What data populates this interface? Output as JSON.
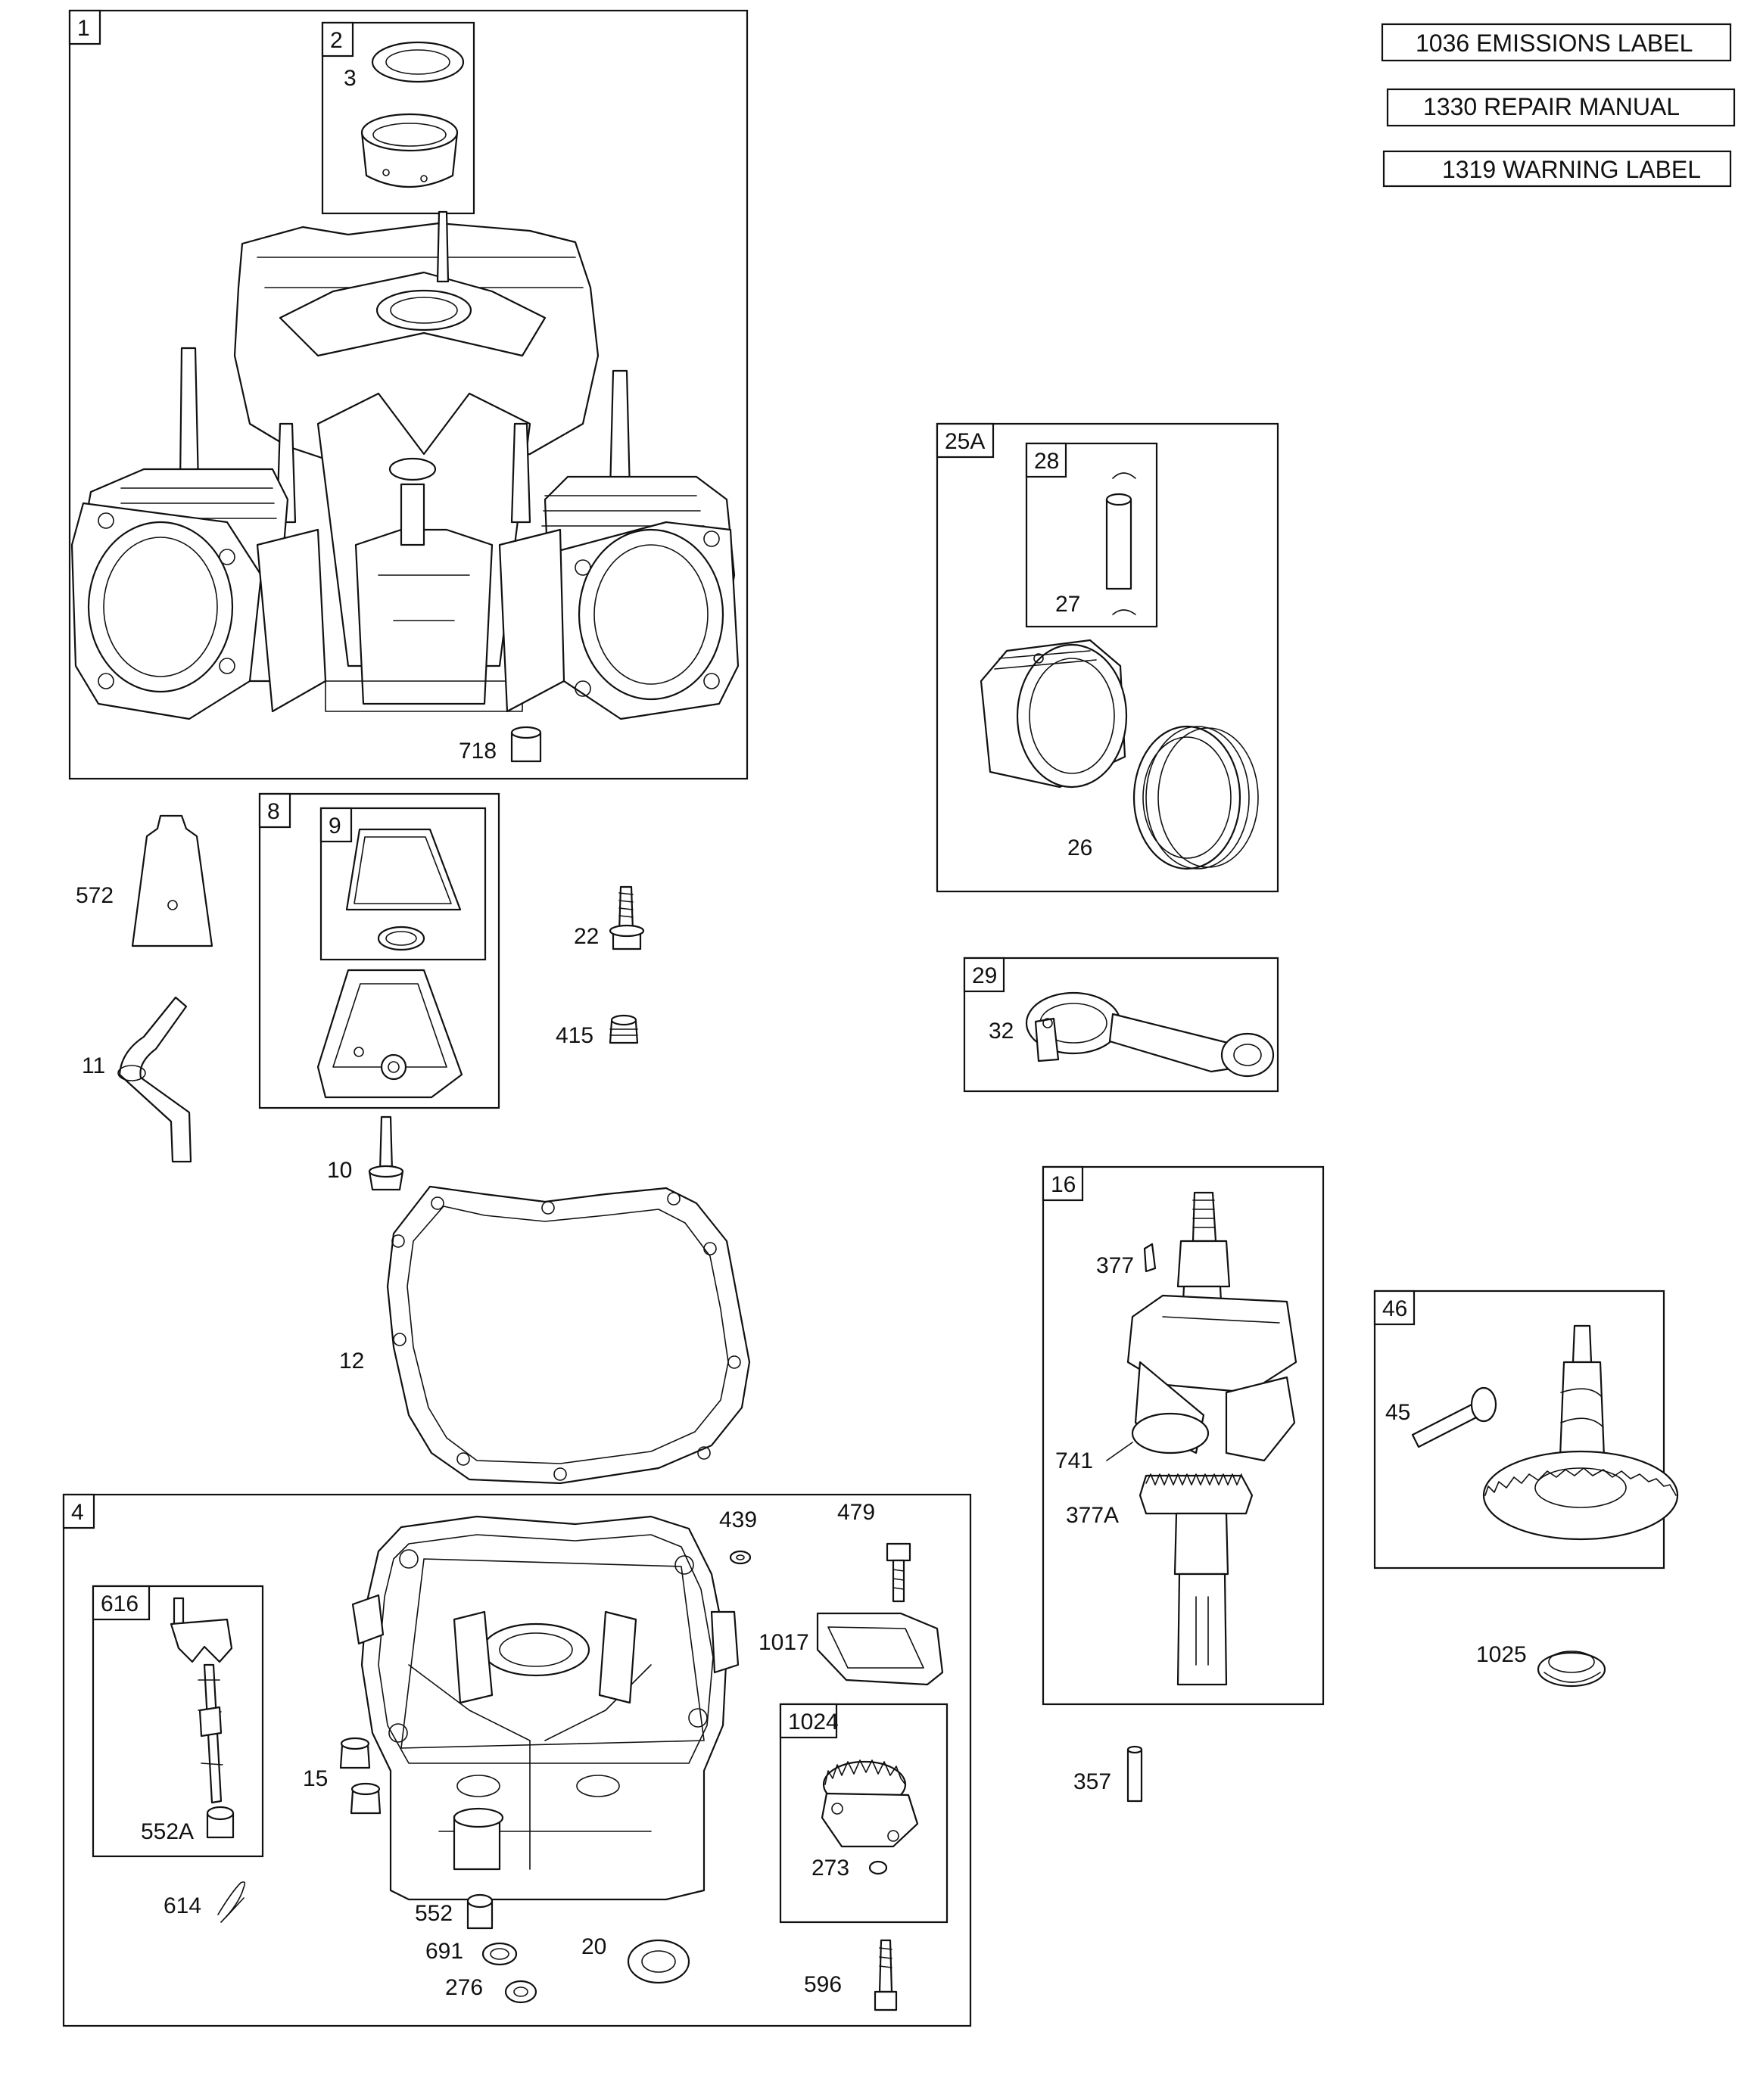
{
  "references": [
    {
      "number": "1036",
      "text": "EMISSIONS LABEL"
    },
    {
      "number": "1330",
      "text": "REPAIR MANUAL"
    },
    {
      "number": "1319",
      "text": "WARNING LABEL"
    }
  ],
  "kits": {
    "k1": "1",
    "k2": "2",
    "k8": "8",
    "k9": "9",
    "k4": "4",
    "k616": "616",
    "k1024": "1024",
    "k25A": "25A",
    "k28": "28",
    "k29": "29",
    "k16": "16",
    "k46": "46"
  },
  "parts": {
    "p3": "3",
    "p718": "718",
    "p572": "572",
    "p11": "11",
    "p22": "22",
    "p415": "415",
    "p10": "10",
    "p12": "12",
    "p439": "439",
    "p479": "479",
    "p1017": "1017",
    "p15": "15",
    "p552A": "552A",
    "p614": "614",
    "p552": "552",
    "p691": "691",
    "p276": "276",
    "p20": "20",
    "p273": "273",
    "p596": "596",
    "p27": "27",
    "p26": "26",
    "p32": "32",
    "p377": "377",
    "p741": "741",
    "p377A": "377A",
    "p45": "45",
    "p1025": "1025",
    "p357": "357"
  }
}
